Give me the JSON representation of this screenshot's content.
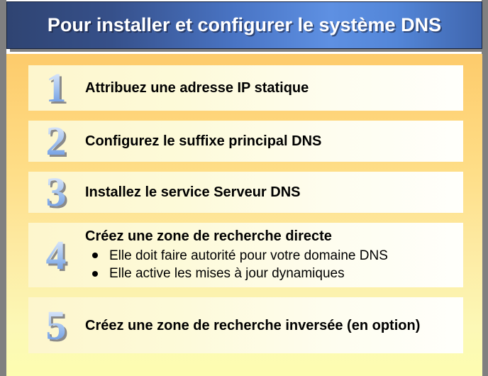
{
  "slide": {
    "title": "Pour installer et configurer le système DNS",
    "colors": {
      "title_bar_dark": "#2f4472",
      "title_bar_light": "#5e90e2",
      "panel_top": "#fdcb6b",
      "panel_bottom": "#fdfdb0",
      "row_background": "#fdf6cd",
      "numeral_light": "#eef3fd",
      "numeral_dark": "#5f8ede",
      "numeral_shadow": "#8a8a8a",
      "gutter_gray": "#808080",
      "text": "#000000"
    },
    "steps": [
      {
        "number": "1",
        "title": "Attribuez une adresse IP statique",
        "bullets": []
      },
      {
        "number": "2",
        "title": "Configurez le suffixe principal DNS",
        "bullets": []
      },
      {
        "number": "3",
        "title": "Installez le service Serveur DNS",
        "bullets": []
      },
      {
        "number": "4",
        "title": "Créez une zone de recherche directe",
        "bullets": [
          "Elle doit faire autorité pour votre domaine DNS",
          "Elle active les mises à jour dynamiques"
        ]
      },
      {
        "number": "5",
        "title": "Créez une zone de recherche inversée (en option)",
        "bullets": []
      }
    ]
  }
}
